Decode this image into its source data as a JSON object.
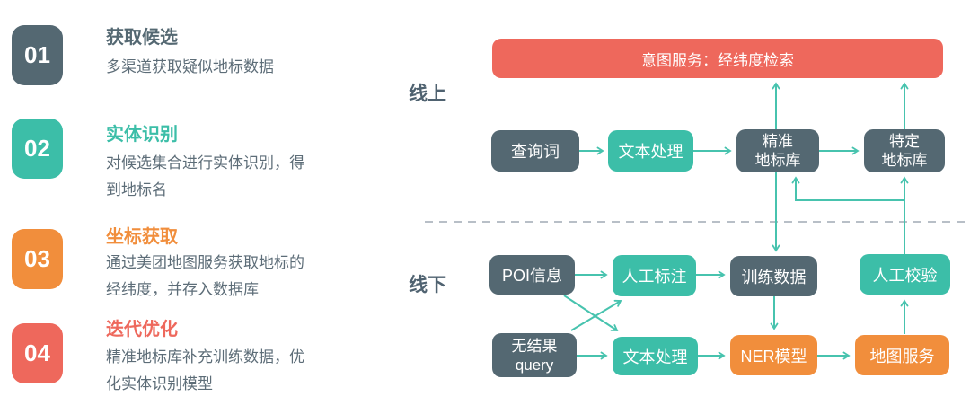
{
  "steps": [
    {
      "number": "01",
      "title": "获取候选",
      "desc": "多渠道获取疑似地标数据"
    },
    {
      "number": "02",
      "title": "实体识别",
      "desc": "对候选集合进行实体识别，得到地标名"
    },
    {
      "number": "03",
      "title": "坐标获取",
      "desc": "通过美团地图服务获取地标的经纬度，并存入数据库"
    },
    {
      "number": "04",
      "title": "迭代优化",
      "desc": "精准地标库补充训练数据，优化实体识别模型"
    }
  ],
  "flow": {
    "banner": "意图服务：经纬度检索",
    "lanes": {
      "online": "线上",
      "offline": "线下"
    },
    "nodes": {
      "query": "查询词",
      "text_process_online": "文本处理",
      "precise_landmark_db": "精准\n地标库",
      "specific_landmark_db": "特定\n地标库",
      "poi_info": "POI信息",
      "manual_annotation": "人工标注",
      "training_data": "训练数据",
      "manual_verification": "人工校验",
      "no_result_query": "无结果\nquery",
      "text_process_offline": "文本处理",
      "ner_model": "NER模型",
      "map_service": "地图服务"
    }
  },
  "colors": {
    "slate": "#546872",
    "teal": "#3CBEA8",
    "orange": "#F18E3C",
    "red": "#EE685C",
    "arrow": "#47C3AE",
    "divider": "#B8BFC7"
  }
}
